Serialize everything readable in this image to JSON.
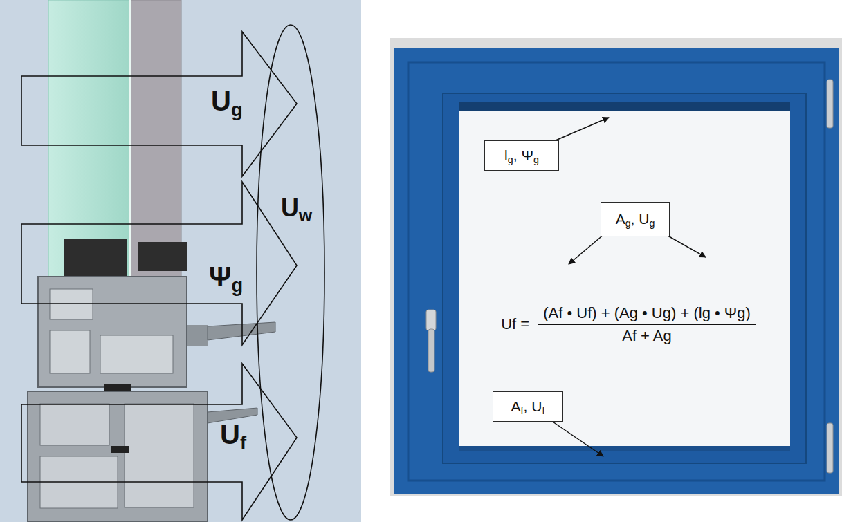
{
  "diagram": {
    "nodes": [
      {
        "text": [
          "Ug"
        ]
      },
      {
        "text": [
          "Ψg"
        ]
      },
      {
        "text": [
          "Uf"
        ]
      },
      {
        "text": [
          "Uw"
        ]
      },
      {
        "text": [
          "lg, Ψg"
        ]
      },
      {
        "text": [
          "Ag, Ug"
        ]
      },
      {
        "text": [
          "Af, Uf"
        ]
      }
    ],
    "labels": [
      "Uf =",
      "(Af • Uf) + (Ag • Ug) + (lg • Ψg)",
      "Af + Ag"
    ]
  }
}
